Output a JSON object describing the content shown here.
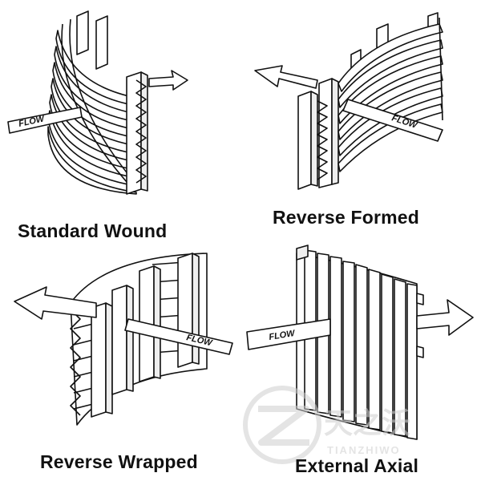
{
  "labels": {
    "standard_wound": "Standard Wound",
    "reverse_formed": "Reverse Formed",
    "reverse_wrapped": "Reverse Wrapped",
    "external_axial": "External Axial"
  },
  "flow_text": "FLOW",
  "watermark": {
    "brand_cn": "天之沃",
    "brand_en": "TIANZHIWO"
  }
}
